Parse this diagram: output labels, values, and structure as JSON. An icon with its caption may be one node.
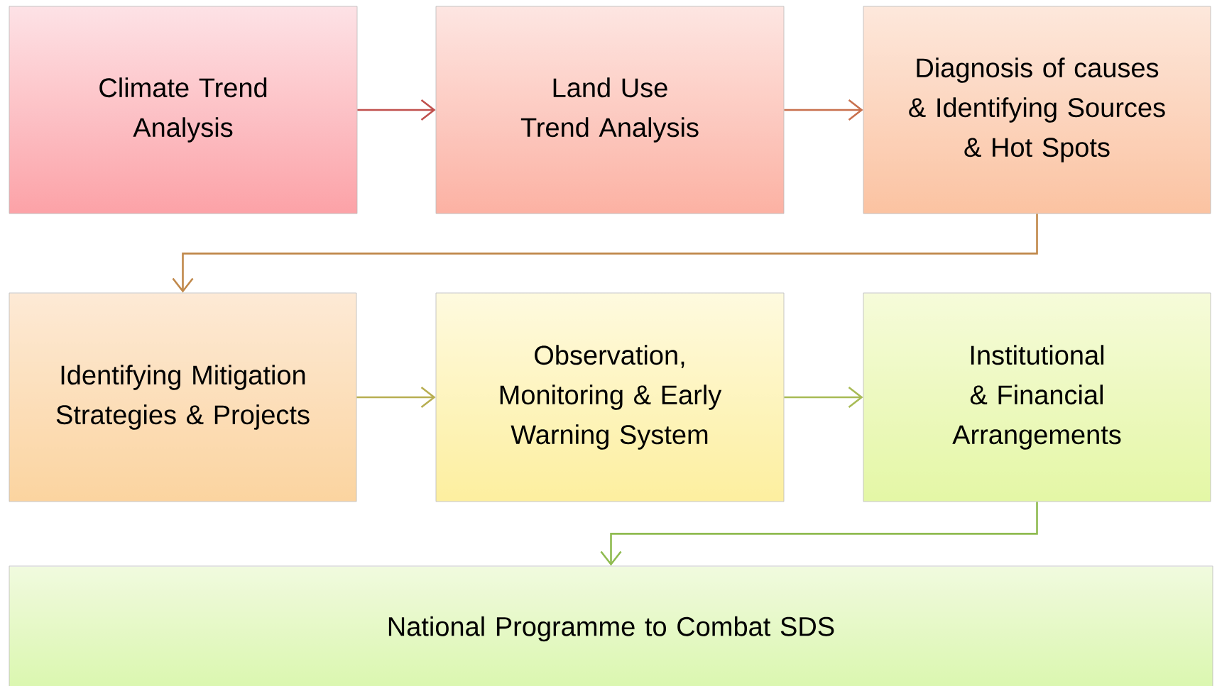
{
  "diagram": {
    "nodes": [
      {
        "text": [
          "Climate Trend Analysis"
        ]
      },
      {
        "text": [
          "Land Use Trend Analysis"
        ]
      },
      {
        "text": [
          "Diagnosis of causes & Identifying Sources & Hot Spots"
        ]
      },
      {
        "text": [
          "Identifying Mitigation Strategies & Projects"
        ]
      },
      {
        "text": [
          "Observation, Monitoring & Early Warning System"
        ]
      },
      {
        "text": [
          "Institutional & Financial Arrangements"
        ]
      },
      {
        "text": [
          "National Programme to Combat SDS"
        ]
      }
    ],
    "edges": [
      {
        "from": 0,
        "to": 1,
        "arrow": "to",
        "color": "#c0504d"
      },
      {
        "from": 1,
        "to": 2,
        "arrow": "to",
        "color": "#c8704d"
      },
      {
        "from": 2,
        "to": 3,
        "arrow": "to",
        "color": "#c0884a"
      },
      {
        "from": 3,
        "to": 4,
        "arrow": "to",
        "color": "#b8ae52"
      },
      {
        "from": 4,
        "to": 5,
        "arrow": "to",
        "color": "#a8bb55"
      },
      {
        "from": 5,
        "to": 6,
        "arrow": "to",
        "color": "#8fbb50"
      }
    ]
  }
}
